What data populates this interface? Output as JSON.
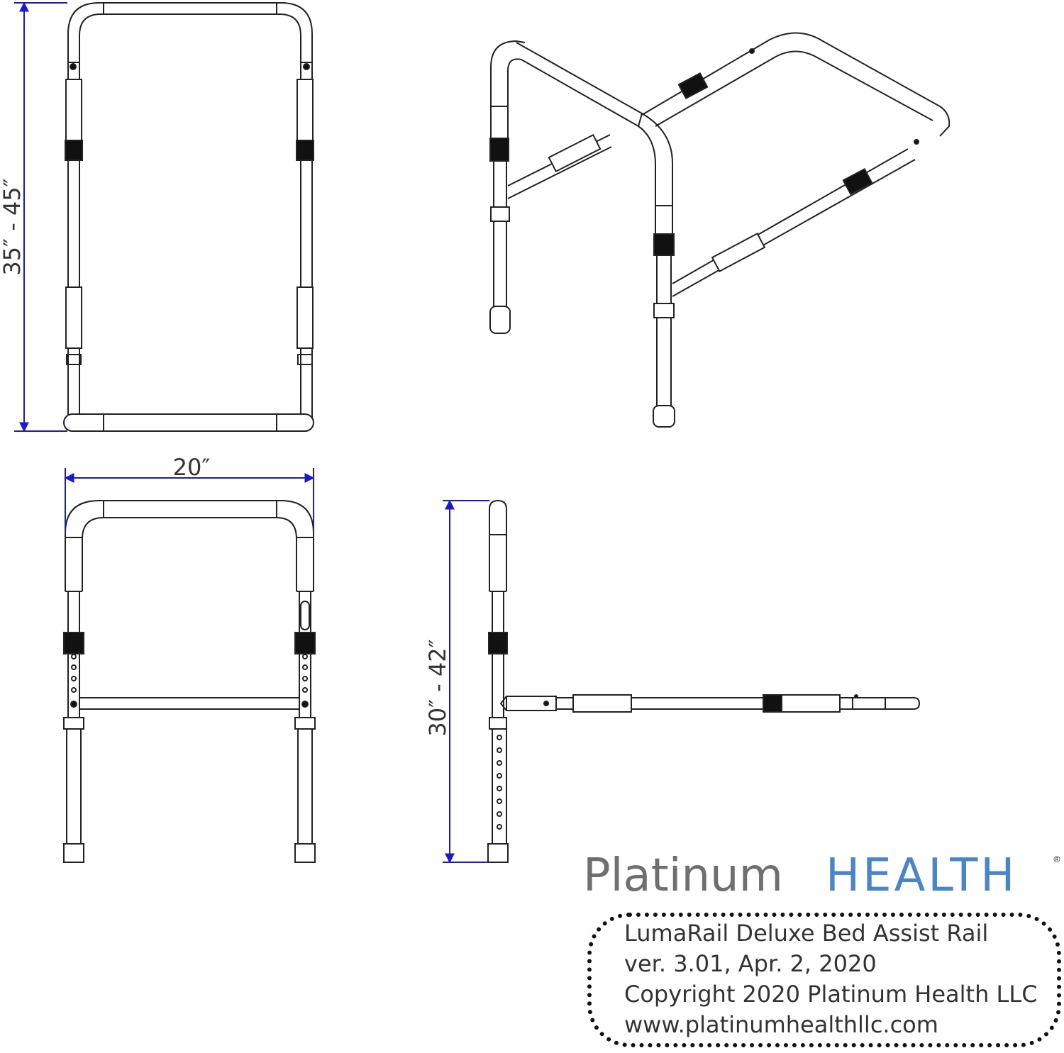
{
  "dimensions": {
    "height_range": "35″ - 45″",
    "width": "20″",
    "leg_height_range": "30″ - 42″"
  },
  "brand": {
    "name_part1": "Platinum",
    "name_part2": "HEALTH",
    "registered_mark": "®",
    "primary_color": "#4a86c5",
    "secondary_color": "#6f6f6f"
  },
  "info": {
    "line1": "LumaRail Deluxe Bed Assist Rail",
    "line2": "ver. 3.01, Apr. 2, 2020",
    "line3": "Copyright 2020 Platinum Health LLC",
    "line4": "www.platinumhealthllc.com"
  },
  "colors": {
    "dimension_line": "#1a1acc",
    "outline": "#222222",
    "knob": "#111111"
  }
}
